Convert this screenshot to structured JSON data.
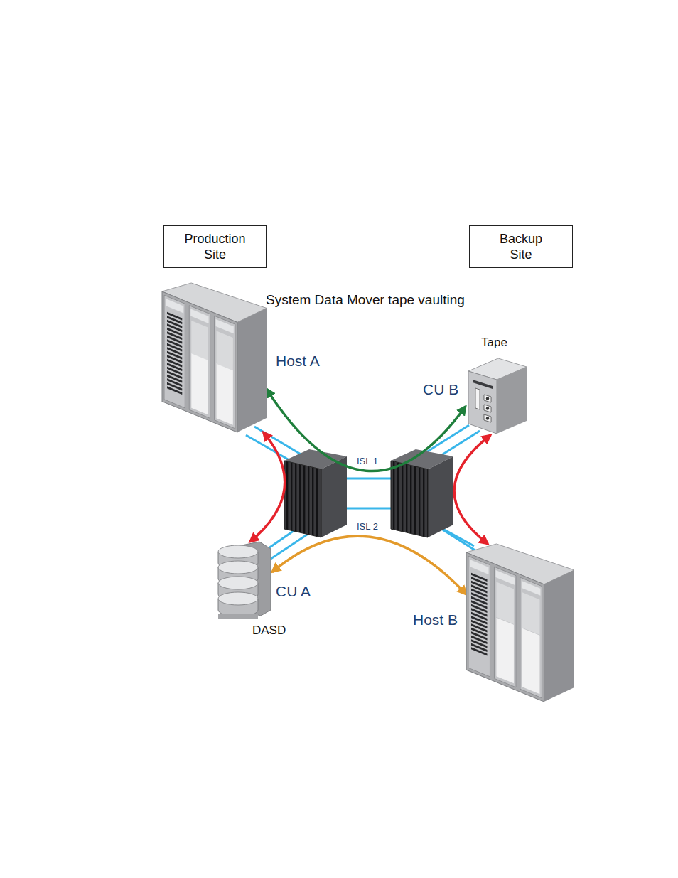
{
  "diagram": {
    "title": "System Data Mover tape vaulting",
    "nodes": [
      {
        "text": [
          "Production Site"
        ]
      },
      {
        "text": [
          "Backup Site"
        ]
      },
      {
        "text": [
          "Host A"
        ]
      },
      {
        "text": [
          "Tape",
          "CU B"
        ]
      },
      {
        "text": [
          "CU A",
          "DASD"
        ]
      },
      {
        "text": [
          "Host B"
        ]
      }
    ],
    "edges": [
      {
        "from": 2,
        "to": 3,
        "arrow": "both"
      },
      {
        "from": 2,
        "to": 4,
        "arrow": "both"
      },
      {
        "from": 4,
        "to": 5,
        "arrow": "both"
      },
      {
        "from": 3,
        "to": 5,
        "arrow": "both"
      }
    ],
    "labels": [
      "ISL 1",
      "ISL 2"
    ]
  }
}
